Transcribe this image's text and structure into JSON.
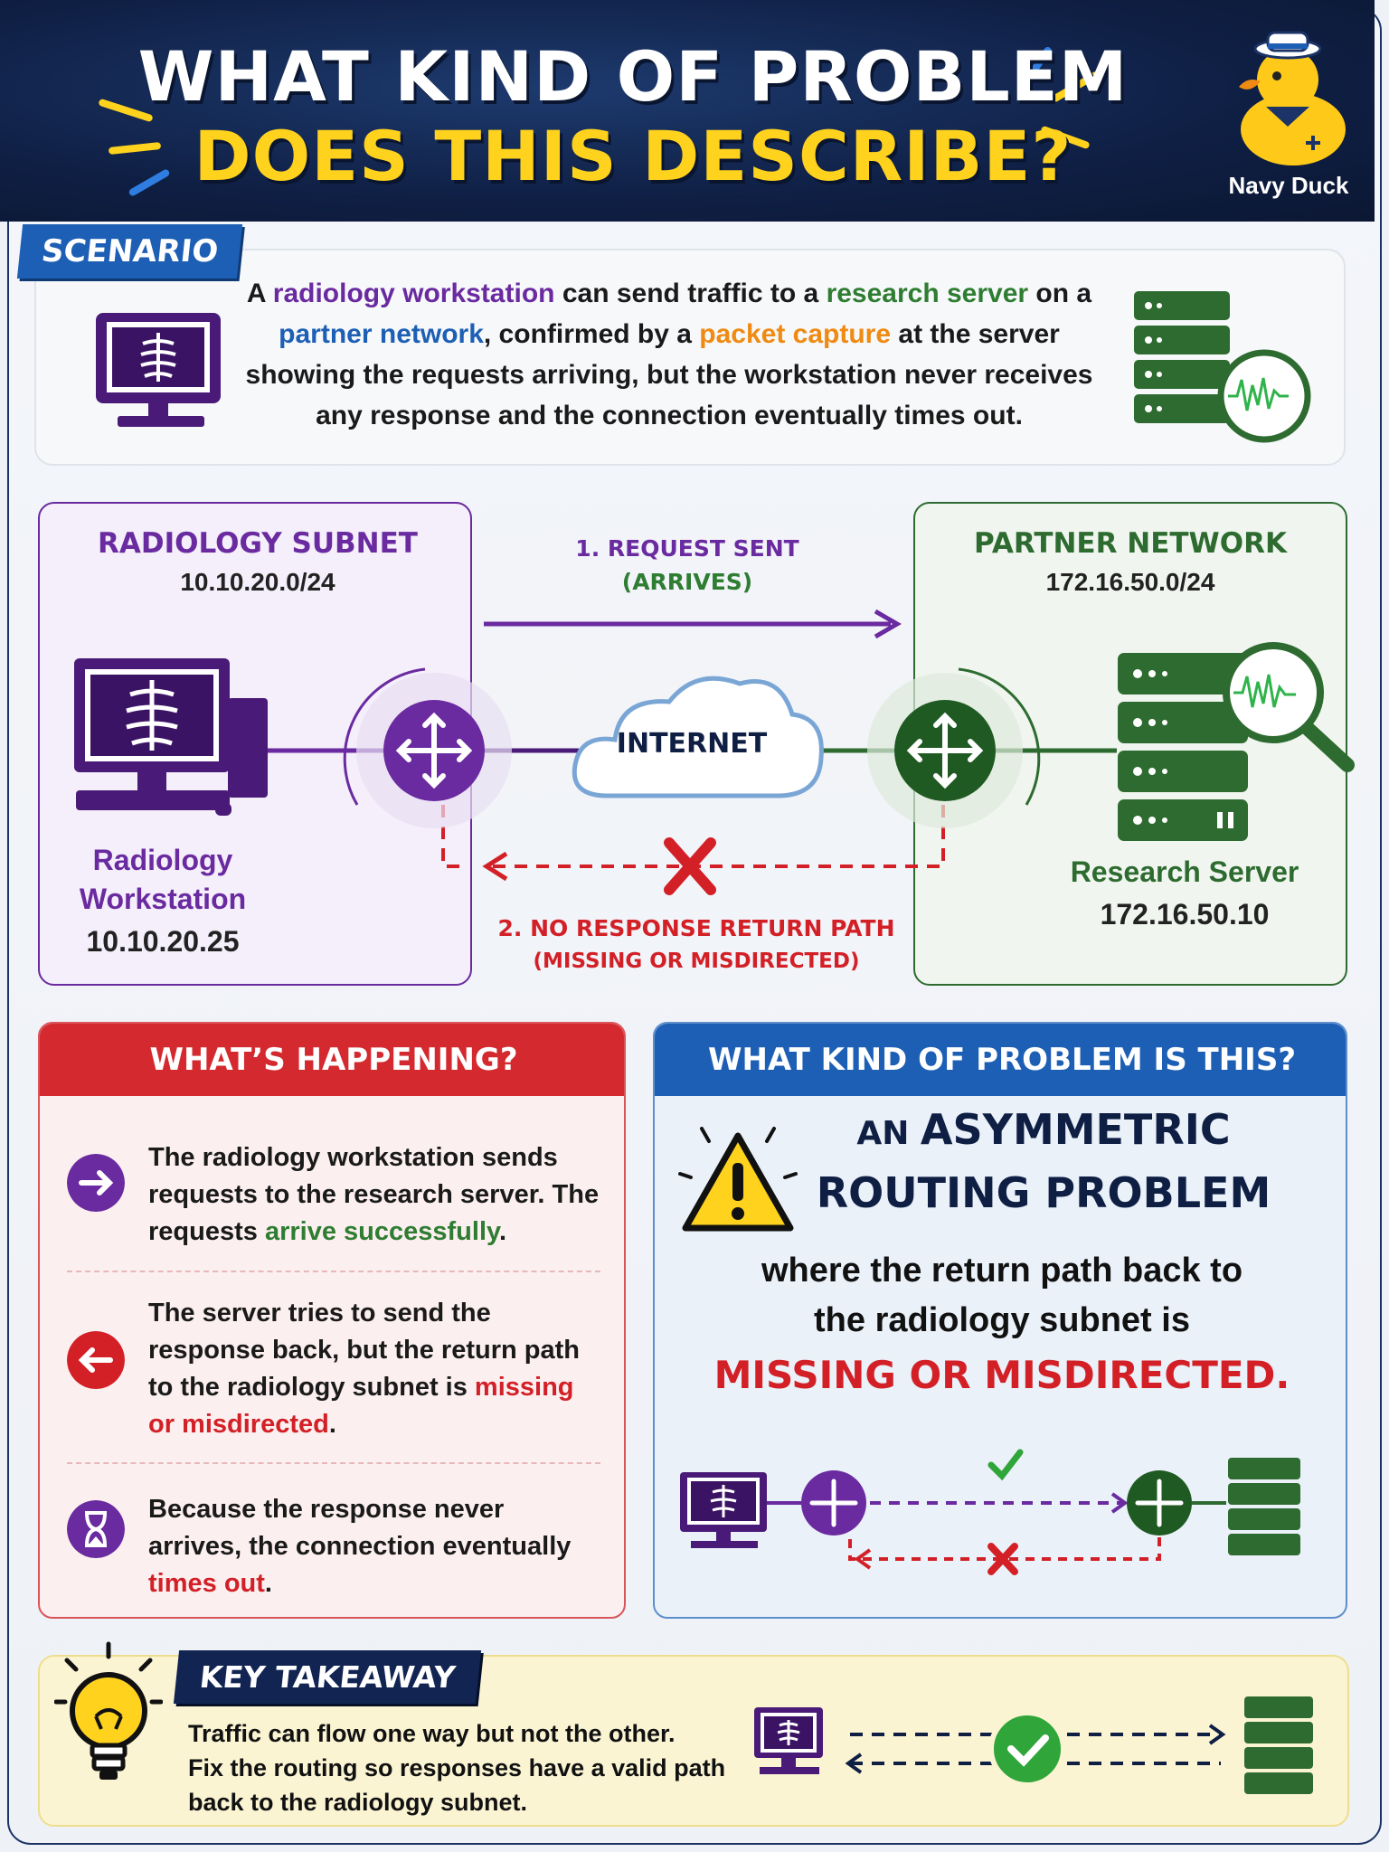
{
  "header": {
    "title_line1": "WHAT KIND OF PROBLEM",
    "title_line2": "DOES THIS DESCRIBE?",
    "brand": "Navy Duck"
  },
  "scenario": {
    "tag": "SCENARIO",
    "text": [
      {
        "t": "A ",
        "c": ""
      },
      {
        "t": "radiology workstation",
        "c": "c-purple"
      },
      {
        "t": " can send traffic to a ",
        "c": ""
      },
      {
        "t": "research server",
        "c": "c-green"
      },
      {
        "t": " on a ",
        "c": ""
      },
      {
        "t": "partner network",
        "c": "c-blue"
      },
      {
        "t": ", confirmed by a ",
        "c": ""
      },
      {
        "t": "packet capture",
        "c": "c-orange"
      },
      {
        "t": " at the server showing the requests arriving, but the workstation never receives any response and the connection eventually times out.",
        "c": ""
      }
    ]
  },
  "diagram": {
    "left_zone": {
      "title": "RADIOLOGY SUBNET",
      "cidr": "10.10.20.0/24"
    },
    "right_zone": {
      "title": "PARTNER NETWORK",
      "cidr": "172.16.50.0/24"
    },
    "workstation": {
      "name_line1": "Radiology",
      "name_line2": "Workstation",
      "ip": "10.10.20.25"
    },
    "server": {
      "name": "Research Server",
      "ip": "172.16.50.10"
    },
    "cloud": "INTERNET",
    "request": {
      "line1": "1. REQUEST SENT",
      "line2": "(ARRIVES)"
    },
    "response": {
      "line1": "2. NO RESPONSE RETURN PATH",
      "line2": "(MISSING OR MISDIRECTED)"
    }
  },
  "happening": {
    "title": "WHAT’S HAPPENING?",
    "steps": [
      {
        "icon": "arrow-right-icon",
        "parts": [
          {
            "t": "The radiology workstation sends requests to the research server. The requests ",
            "c": ""
          },
          {
            "t": "arrive successfully",
            "c": "c-green"
          },
          {
            "t": ".",
            "c": ""
          }
        ]
      },
      {
        "icon": "arrow-left-icon",
        "parts": [
          {
            "t": "The server tries to send the response back, but the return path to the radiology subnet is ",
            "c": ""
          },
          {
            "t": "missing or misdirected",
            "c": "c-red"
          },
          {
            "t": ".",
            "c": ""
          }
        ]
      },
      {
        "icon": "hourglass-icon",
        "parts": [
          {
            "t": "Because the response never arrives, the connection eventually ",
            "c": ""
          },
          {
            "t": "times out",
            "c": "c-red"
          },
          {
            "t": ".",
            "c": ""
          }
        ]
      }
    ]
  },
  "problem": {
    "title": "WHAT KIND OF PROBLEM IS THIS?",
    "line_a_small": "AN ",
    "line_a": "ASYMMETRIC",
    "line_b": "ROUTING PROBLEM",
    "line_c1": "where the return path back to",
    "line_c2": "the radiology subnet is",
    "line_d": "MISSING OR MISDIRECTED."
  },
  "takeaway": {
    "tag": "KEY TAKEAWAY",
    "line1": "Traffic can flow one way but not the other.",
    "line2": "Fix the routing so responses have a valid path",
    "line3": "back to the radiology subnet."
  },
  "colors": {
    "purple": "#6a2aa0",
    "green": "#2e6b30",
    "red": "#d32027",
    "blue": "#1d5fb4",
    "navy": "#0f1f44",
    "yellow": "#ffd21e"
  }
}
